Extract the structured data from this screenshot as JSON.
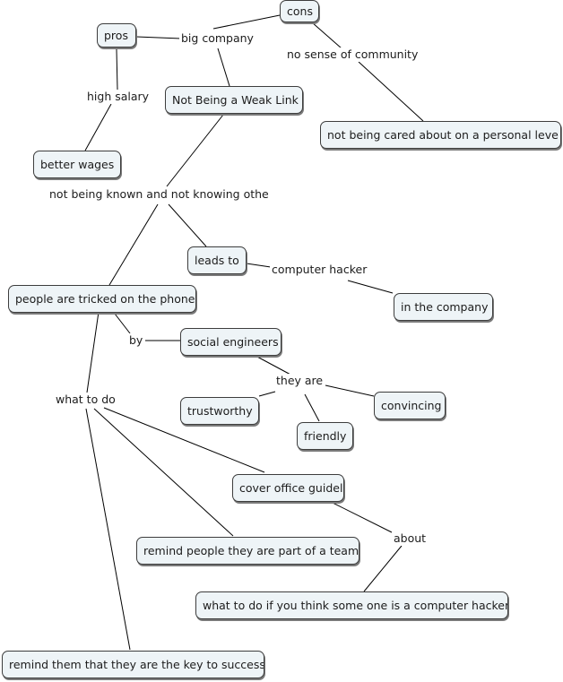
{
  "concepts": {
    "cons": "cons",
    "pros": "pros",
    "weak_link": "Not Being a Weak Link",
    "personal_level": "not being cared about on a personal leve",
    "better_wages": "better wages",
    "leads_to": "leads to",
    "tricked_phone": "people are tricked on the phone",
    "in_company": "in the company",
    "social_engineers": "social engineers",
    "trustworthy": "trustworthy",
    "convincing": "convincing",
    "friendly": "friendly",
    "cover_guidelines": "cover office guidelines",
    "remind_team": "remind people they are part of a team",
    "what_if_hacker": "what to do if you think some one is a computer hacker",
    "remind_key": "remind them that they are the key to success"
  },
  "links": {
    "big_company": "big company",
    "no_community": "no sense of community",
    "high_salary": "high salary",
    "not_known": "not being known and not knowing othe",
    "computer_hacker": "computer hacker",
    "by": "by",
    "they_are": "they are",
    "what_to_do": "what to do",
    "about": "about"
  }
}
